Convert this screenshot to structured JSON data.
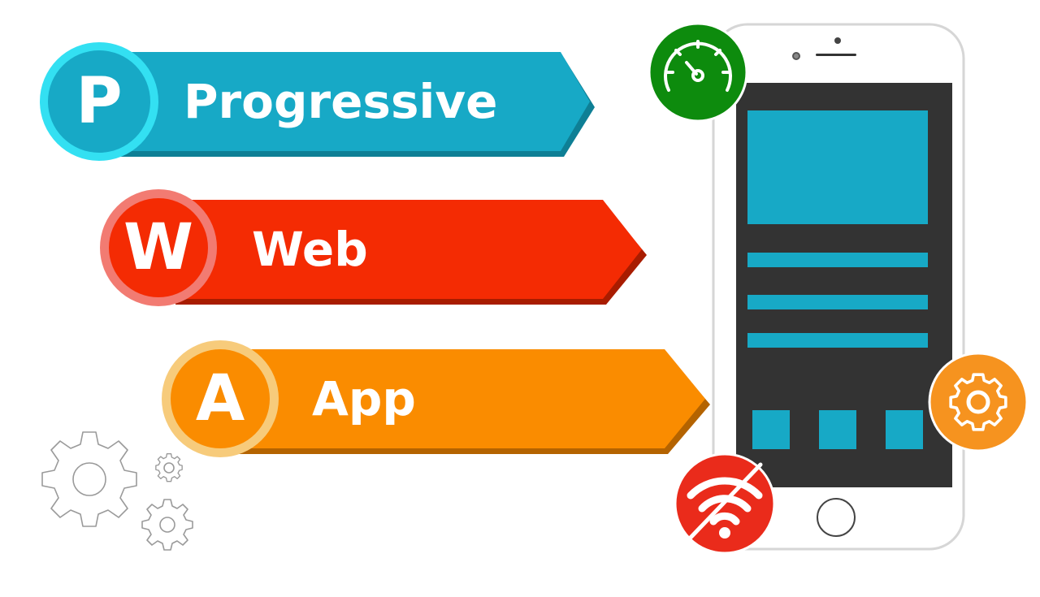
{
  "banners": [
    {
      "letter": "P",
      "word": "Progressive",
      "color": "#17a9c6",
      "ring_color": "#33e0f2"
    },
    {
      "letter": "W",
      "word": "Web",
      "color": "#f42b03",
      "ring_color": "#f27b72"
    },
    {
      "letter": "A",
      "word": "App",
      "color": "#fa8c00",
      "ring_color": "#f7cb7b"
    }
  ],
  "badges": {
    "speed": {
      "icon": "speedometer-icon",
      "color": "#0d8b0d"
    },
    "settings": {
      "icon": "gear-icon",
      "color": "#f6931f"
    },
    "offline": {
      "icon": "wifi-off-icon",
      "color": "#ea2b1b"
    }
  },
  "phone": {
    "screen_color": "#333333",
    "content_color": "#17a9c6"
  }
}
